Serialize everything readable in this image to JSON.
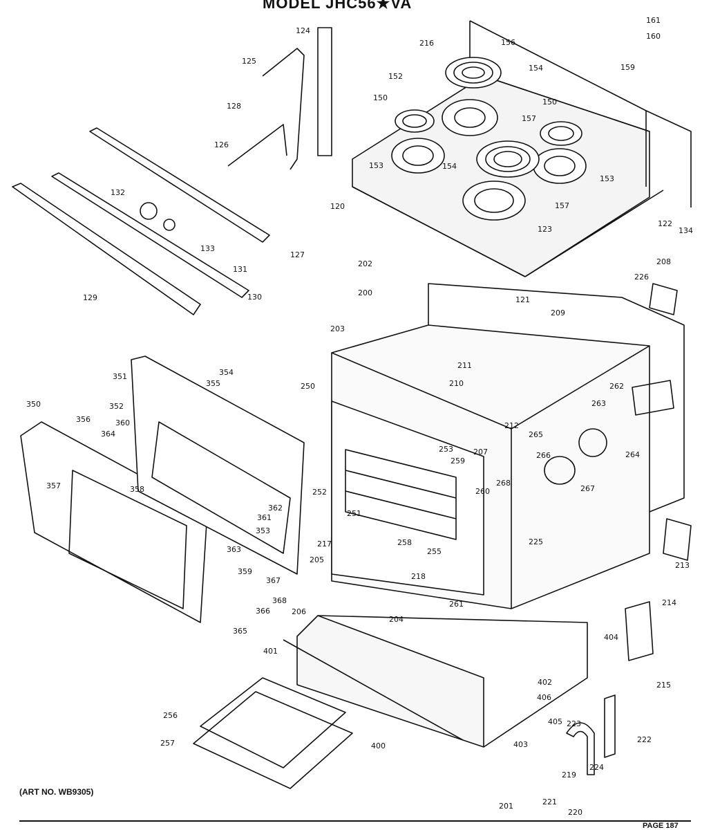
{
  "header": {
    "title": "MODEL JHC56★VA"
  },
  "footer": {
    "art_number": "(ART NO. WB9305)",
    "page": "PAGE 187"
  },
  "parts": {
    "p124": "124",
    "p125": "125",
    "p128": "128",
    "p126": "126",
    "p127": "127",
    "p132": "132",
    "p133": "133",
    "p131": "131",
    "p130": "130",
    "p129": "129",
    "p216": "216",
    "p152": "152",
    "p156": "156",
    "p154": "154",
    "p150": "150",
    "p157": "157",
    "p153": "153",
    "p120": "120",
    "p123": "123",
    "p122": "122",
    "p134": "134",
    "p161": "161",
    "p160": "160",
    "p159": "159",
    "p202": "202",
    "p121": "121",
    "p209": "209",
    "p208": "208",
    "p226": "226",
    "p200": "200",
    "p203": "203",
    "p211": "211",
    "p210": "210",
    "p212": "212",
    "p250": "250",
    "p253": "253",
    "p207": "207",
    "p259": "259",
    "p268": "268",
    "p260": "260",
    "p252": "252",
    "p251": "251",
    "p258": "258",
    "p255": "255",
    "p262": "262",
    "p263": "263",
    "p265": "265",
    "p264": "264",
    "p266": "266",
    "p267": "267",
    "p225": "225",
    "p213": "213",
    "p351": "351",
    "p354": "354",
    "p355": "355",
    "p350": "350",
    "p352": "352",
    "p356": "356",
    "p360": "360",
    "p364": "364",
    "p357": "357",
    "p358": "358",
    "p362": "362",
    "p361": "361",
    "p353": "353",
    "p363": "363",
    "p359": "359",
    "p367": "367",
    "p368": "368",
    "p366": "366",
    "p365": "365",
    "p217": "217",
    "p205": "205",
    "p218": "218",
    "p206": "206",
    "p204": "204",
    "p261": "261",
    "p214": "214",
    "p404": "404",
    "p215": "215",
    "p401": "401",
    "p402": "402",
    "p406": "406",
    "p405": "405",
    "p223": "223",
    "p222": "222",
    "p224": "224",
    "p219": "219",
    "p221": "221",
    "p220": "220",
    "p201": "201",
    "p403": "403",
    "p400": "400",
    "p256": "256",
    "p257": "257"
  }
}
